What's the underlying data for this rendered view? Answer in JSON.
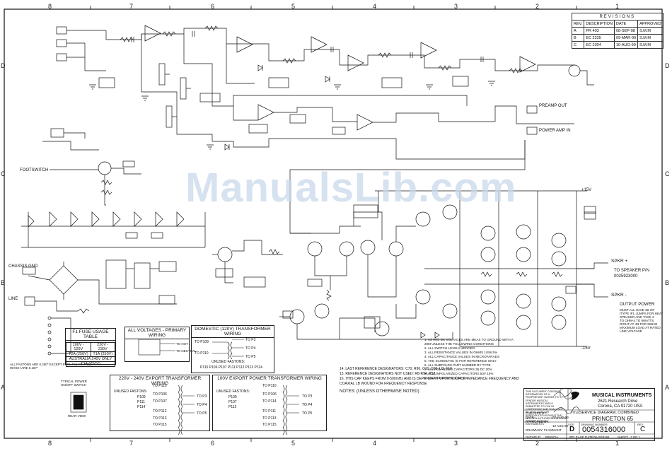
{
  "watermark": "ManualsLib.com",
  "zones": {
    "columns": [
      "8",
      "7",
      "6",
      "5",
      "4",
      "3",
      "2",
      "1"
    ],
    "rows": [
      "D",
      "C",
      "B",
      "A"
    ]
  },
  "revisions": {
    "title": "REVISIONS",
    "headers": [
      "REV.",
      "DESCRIPTION",
      "DATE",
      "APPROVED"
    ],
    "rows": [
      [
        "A",
        "PR 403",
        "08-SEP-98",
        "S.M.M"
      ],
      [
        "B",
        "EC 2235",
        "09-MAR-99",
        "S.M.M"
      ],
      [
        "C",
        "EC 2304",
        "10-AUG-99",
        "S.M.M"
      ]
    ]
  },
  "fuse_table": {
    "title": "F1 FUSE USAGE TABLE",
    "rows": [
      [
        "100V - 120V",
        "220V - 230V"
      ],
      [
        "T2A (250V)",
        "T1A (250V)"
      ],
      [
        "AUSTRALIA 240V ONLY",
        ""
      ],
      [
        "T1A (250V)",
        ""
      ]
    ]
  },
  "primary_wiring": {
    "title": "ALL VOLTAGES - PRIMARY WIRING",
    "to_hot": "TO HOT",
    "to_neutral": "TO NEUTRAL"
  },
  "domestic_wiring": {
    "title": "DOMESTIC (120V) TRANSFORMER WIRING",
    "left": [
      "TO P109",
      "TO P110"
    ],
    "right": [
      "TO P3",
      "TO P4",
      "TO P5"
    ],
    "unused_title": "UNUSED FASTONS:",
    "unused": "P115 P106 P107 P111 P112 P113 P114"
  },
  "export_220": {
    "title": "220V - 240V EXPORT TRANSFORMER WIRING",
    "unused_title": "UNUSED FASTONS:",
    "unused": [
      "P109",
      "P111",
      "P114"
    ],
    "left": [
      "TO P110",
      "TO P106",
      "TO P107",
      "TO P112",
      "TO P113",
      "TO P115"
    ],
    "right": [
      "TO P3",
      "TO P4",
      "TO P5"
    ]
  },
  "export_100": {
    "title": "100V EXPORT POWER TRANSFORMER WIRING",
    "unused_title": "UNUSED FASTONS:",
    "unused": [
      "P109",
      "P107",
      "P112"
    ],
    "left": [
      "TO P110",
      "TO P106",
      "TO P114",
      "TO P111",
      "TO P113",
      "TO P115"
    ],
    "right": [
      "TO P3",
      "TO P4",
      "TO P5"
    ]
  },
  "power_switch": {
    "title": "TYPICAL POWER ON/OFF SWITCH",
    "caption": "REAR VIEW"
  },
  "speaker": {
    "plus": "SPKR +",
    "minus": "SPKR -",
    "to_speaker": "TO SPEAKER P/N",
    "part": "0025923000",
    "output_title": "OUTPUT POWER:",
    "output_lines": [
      "MUST ALL HAVE 4Ω OF",
      "(TYPE IF), JUMPS FOR HEAT",
      "SPEAKER AND TAKE 4",
      "TO OHM-4 TO 8WATTS",
      "RIGHT AT 4Ω FOR 8WHM",
      "MAXIMUM LOAD AT RATED",
      "LINE VOLTAGE"
    ]
  },
  "notes": {
    "heading": "NOTES: (UNLESS OTHERWISE NOTED)",
    "items": [
      "14. LAST REFERENCE DESIGNATORS: C70, R96, Q10, D36, U3, F10",
      "15. REFERENCE DESIGNATORS NOT USED: R8-R94, P58",
      "16. THIS CAP KEEPS FROM 0-500mHz AND IS DEPENDENT UPON SOURCE IMPEDANCE FREQUENCY AND COAXIAL LB WOUND FOR FREQUENCY RESPONSE"
    ],
    "right_items": [
      "1. AS ARE DC VOLTAGES ARE MEAS TO GROUND WITH A 20M UNLESS THE FOLLOWING CONDITIONS",
      "2. ALL SWITCH LEVELS ZEROED.",
      "3. ALL RESISTANCE VALUES IN OHMS 1/4W 5%",
      "4. ALL CAPACITANCE VALUES IN MICROFARADS",
      "5. THE SCHEMATIC IS FOR REFERENCE ONLY",
      "6. ALL SUBFOLDS PART NUMBER BY TYPE",
      "7. ALL POLARIZED CAPACITORS 35 DC 20%",
      "8. ALL UNPOLARIZED CAPACITORS 50V 10%",
      "9. ALL RESISTORS 1/4W 5%"
    ]
  },
  "title_block": {
    "confidential": "THIS DOCUMENT CONTAINS INFORMATION OF A PROPRIETARY NATURE TO FENDER MUSICAL INSTRUMENTS AND IS SUBMITTED TO YOU IN CONFIDENCE AND SHALL NOT BE DISCLOSED OR REPRODUCED WITHOUT THE WRITTEN AUTHORIZATION FROM FENDER MUSICAL INSTRUMENTS",
    "company": "MUSICAL INSTRUMENTS",
    "address1": "2621 Research Drive",
    "address2": "Corona, CA 91720 USA",
    "checked_by": "CHECKED BY:",
    "approved_by": "APPROVED BY:",
    "drawn_by": "DRAWN BY:",
    "drawn_name": "FLAMMANT",
    "title_label": "TITLE:",
    "title": "SERVICE DIAGRAM, COMBINED",
    "subtitle": "PRINCETON 65",
    "size_label": "SIZE",
    "size": "D",
    "drawing_label": "DRAWING NUMBER",
    "drawing_number": "0054316000",
    "rev_label": "REV.",
    "rev": "C",
    "release_label": "RELEASE DATE:",
    "release_date": "06-SEP-98",
    "sheet_label": "SHEET",
    "sheet": "1 OF 1",
    "date_label": "DATE",
    "date1": "07-AUG-99",
    "date2": "10 AUG 99",
    "datafile_label": "DATAFILE:",
    "datafile": "P65SCH"
  },
  "labels": {
    "all_fastons": "ALL FASTONS ARE 0.250\" EXCEPT P109, P11-P2, P115 WHICH ARE 0.187\"",
    "plus15": "+15V",
    "minus15": "-15V",
    "preamp_out": "PREAMP OUT",
    "power_amp_in": "POWER AMP IN",
    "footswitch": "FOOTSWITCH",
    "chassis_gnd": "CHASSIS GND",
    "ac_in": "LINE"
  }
}
